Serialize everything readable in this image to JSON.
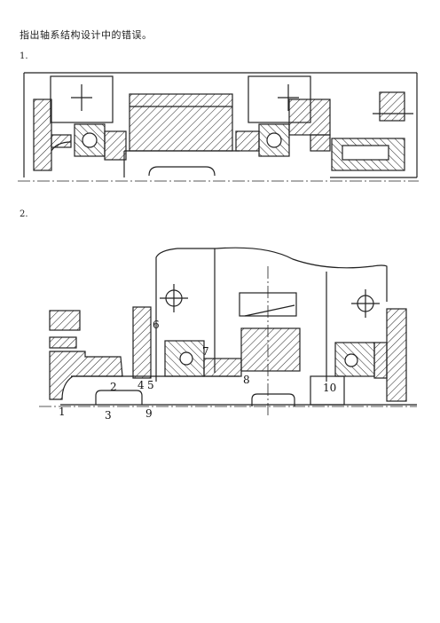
{
  "title": "指出轴系结构设计中的错误。",
  "figure1": {
    "label": "1."
  },
  "figure2": {
    "label": "2.",
    "callouts": [
      "1",
      "2",
      "3",
      "4",
      "5",
      "6",
      "7",
      "8",
      "9",
      "10"
    ]
  }
}
